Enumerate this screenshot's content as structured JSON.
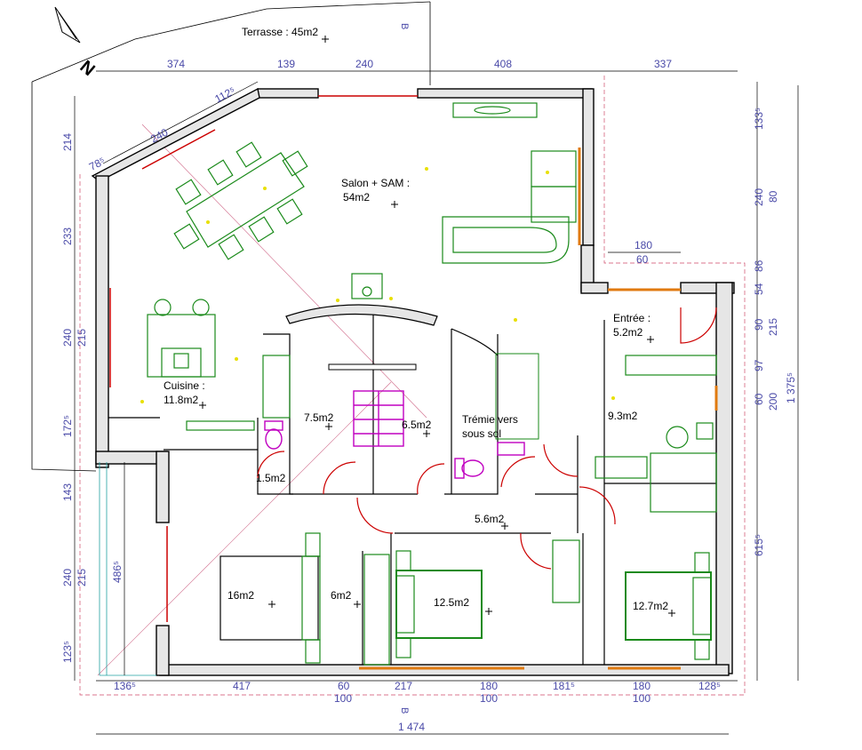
{
  "colors": {
    "wall_fill": "#e6e6e6",
    "furniture": "#1a8a1a",
    "doors": "#cc0000",
    "windows": "#e07a10",
    "dimensions": "#4a4aa8",
    "stairs": "#c000c0"
  },
  "north": "N",
  "section_marker": "B",
  "rooms": {
    "terrasse": "Terrasse : 45m2",
    "salon_title": "Salon + SAM :",
    "salon_area": "54m2",
    "cuisine_title": "Cuisine :",
    "cuisine_area": "11.8m2",
    "entree_title": "Entrée :",
    "entree_area": "5.2m2",
    "bureau": "9.3m2",
    "sdb": "7.5m2",
    "stairs_room": "6.5m2",
    "tremie_1": "Trémie vers",
    "tremie_2": "sous sol",
    "wc": "1.5m2",
    "hall": "5.6m2",
    "chambre_1": "16m2",
    "dressing": "6m2",
    "chambre_2": "12.5m2",
    "chambre_3": "12.7m2"
  },
  "dims_top": [
    "374",
    "139",
    "240",
    "408",
    "337"
  ],
  "dims_diag": [
    "240",
    "112⁵",
    "78⁵"
  ],
  "dims_entree": [
    "180",
    "60"
  ],
  "dims_bottom": [
    "136⁵",
    "417",
    "60",
    "217",
    "180",
    "181⁵",
    "180",
    "128⁵"
  ],
  "dims_bottom_sub": [
    "100",
    "100",
    "100"
  ],
  "dim_total_width": "1 474",
  "dims_left": [
    "214",
    "233",
    "240",
    "215",
    "172⁵",
    "143",
    "240",
    "215",
    "123⁵",
    "486⁵"
  ],
  "dims_right": [
    "133⁵",
    "240",
    "80",
    "86",
    "54",
    "90",
    "215",
    "97",
    "60",
    "200",
    "615⁵"
  ],
  "dim_total_height": "1 375⁵"
}
